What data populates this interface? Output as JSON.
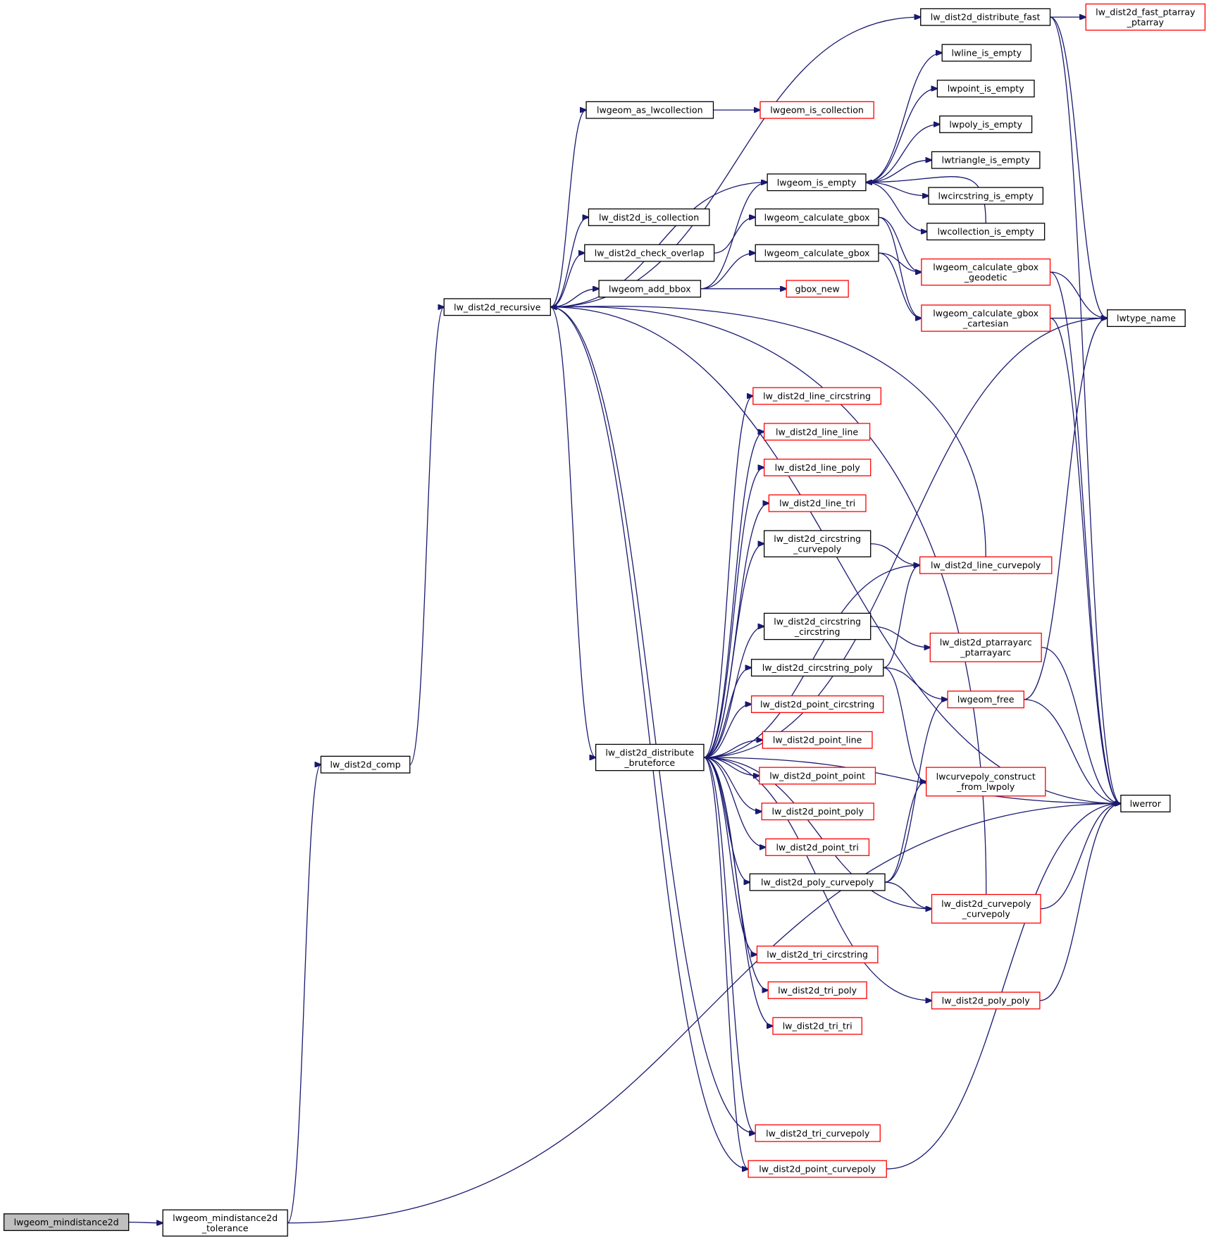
{
  "colors": {
    "edge": "#191970",
    "node_border_default": "#000000",
    "node_border_truncated": "#ff0000",
    "node_fill_root": "#bfbfbf",
    "node_fill": "#ffffff"
  },
  "nodes": [
    {
      "id": "lwgeom_mindistance2d",
      "lines": [
        "lwgeom_mindistance2d"
      ],
      "style": "root"
    },
    {
      "id": "lwgeom_mindistance2d_tolerance",
      "lines": [
        "lwgeom_mindistance2d",
        "_tolerance"
      ],
      "style": "normal"
    },
    {
      "id": "lw_dist2d_comp",
      "lines": [
        "lw_dist2d_comp"
      ],
      "style": "normal"
    },
    {
      "id": "lw_dist2d_recursive",
      "lines": [
        "lw_dist2d_recursive"
      ],
      "style": "normal"
    },
    {
      "id": "lwgeom_as_lwcollection",
      "lines": [
        "lwgeom_as_lwcollection"
      ],
      "style": "normal"
    },
    {
      "id": "lwgeom_is_collection",
      "lines": [
        "lwgeom_is_collection"
      ],
      "style": "truncated"
    },
    {
      "id": "lw_dist2d_is_collection",
      "lines": [
        "lw_dist2d_is_collection"
      ],
      "style": "normal"
    },
    {
      "id": "lw_dist2d_check_overlap",
      "lines": [
        "lw_dist2d_check_overlap"
      ],
      "style": "normal"
    },
    {
      "id": "lwgeom_add_bbox",
      "lines": [
        "lwgeom_add_bbox"
      ],
      "style": "normal"
    },
    {
      "id": "lwgeom_is_empty",
      "lines": [
        "lwgeom_is_empty"
      ],
      "style": "normal"
    },
    {
      "id": "lwgeom_calculate_gbox_a",
      "lines": [
        "lwgeom_calculate_gbox"
      ],
      "style": "normal"
    },
    {
      "id": "lwgeom_calculate_gbox_b",
      "lines": [
        "lwgeom_calculate_gbox"
      ],
      "style": "normal"
    },
    {
      "id": "gbox_new",
      "lines": [
        "gbox_new"
      ],
      "style": "truncated"
    },
    {
      "id": "lw_dist2d_distribute_fast",
      "lines": [
        "lw_dist2d_distribute_fast"
      ],
      "style": "normal"
    },
    {
      "id": "lw_dist2d_fast_ptarray_ptarray",
      "lines": [
        "lw_dist2d_fast_ptarray",
        "_ptarray"
      ],
      "style": "truncated"
    },
    {
      "id": "lwline_is_empty",
      "lines": [
        "lwline_is_empty"
      ],
      "style": "normal"
    },
    {
      "id": "lwpoint_is_empty",
      "lines": [
        "lwpoint_is_empty"
      ],
      "style": "normal"
    },
    {
      "id": "lwpoly_is_empty",
      "lines": [
        "lwpoly_is_empty"
      ],
      "style": "normal"
    },
    {
      "id": "lwtriangle_is_empty",
      "lines": [
        "lwtriangle_is_empty"
      ],
      "style": "normal"
    },
    {
      "id": "lwcircstring_is_empty",
      "lines": [
        "lwcircstring_is_empty"
      ],
      "style": "normal"
    },
    {
      "id": "lwcollection_is_empty",
      "lines": [
        "lwcollection_is_empty"
      ],
      "style": "normal"
    },
    {
      "id": "lwgeom_calculate_gbox_geodetic",
      "lines": [
        "lwgeom_calculate_gbox",
        "_geodetic"
      ],
      "style": "truncated"
    },
    {
      "id": "lwgeom_calculate_gbox_cartesian",
      "lines": [
        "lwgeom_calculate_gbox",
        "_cartesian"
      ],
      "style": "truncated"
    },
    {
      "id": "lwtype_name",
      "lines": [
        "lwtype_name"
      ],
      "style": "normal"
    },
    {
      "id": "lwerror",
      "lines": [
        "lwerror"
      ],
      "style": "normal"
    },
    {
      "id": "lw_dist2d_distribute_bruteforce",
      "lines": [
        "lw_dist2d_distribute",
        "_bruteforce"
      ],
      "style": "normal"
    },
    {
      "id": "lw_dist2d_line_circstring",
      "lines": [
        "lw_dist2d_line_circstring"
      ],
      "style": "truncated"
    },
    {
      "id": "lw_dist2d_line_line",
      "lines": [
        "lw_dist2d_line_line"
      ],
      "style": "truncated"
    },
    {
      "id": "lw_dist2d_line_poly",
      "lines": [
        "lw_dist2d_line_poly"
      ],
      "style": "truncated"
    },
    {
      "id": "lw_dist2d_line_tri",
      "lines": [
        "lw_dist2d_line_tri"
      ],
      "style": "truncated"
    },
    {
      "id": "lw_dist2d_circstring_curvepoly",
      "lines": [
        "lw_dist2d_circstring",
        "_curvepoly"
      ],
      "style": "normal"
    },
    {
      "id": "lw_dist2d_line_curvepoly",
      "lines": [
        "lw_dist2d_line_curvepoly"
      ],
      "style": "truncated"
    },
    {
      "id": "lw_dist2d_circstring_circstring",
      "lines": [
        "lw_dist2d_circstring",
        "_circstring"
      ],
      "style": "normal"
    },
    {
      "id": "lw_dist2d_ptarrayarc_ptarrayarc",
      "lines": [
        "lw_dist2d_ptarrayarc",
        "_ptarrayarc"
      ],
      "style": "truncated"
    },
    {
      "id": "lw_dist2d_circstring_poly",
      "lines": [
        "lw_dist2d_circstring_poly"
      ],
      "style": "normal"
    },
    {
      "id": "lwgeom_free",
      "lines": [
        "lwgeom_free"
      ],
      "style": "truncated"
    },
    {
      "id": "lw_dist2d_point_circstring",
      "lines": [
        "lw_dist2d_point_circstring"
      ],
      "style": "truncated"
    },
    {
      "id": "lw_dist2d_point_line",
      "lines": [
        "lw_dist2d_point_line"
      ],
      "style": "truncated"
    },
    {
      "id": "lw_dist2d_point_point",
      "lines": [
        "lw_dist2d_point_point"
      ],
      "style": "truncated"
    },
    {
      "id": "lwcurvepoly_construct_from_lwpoly",
      "lines": [
        "lwcurvepoly_construct",
        "_from_lwpoly"
      ],
      "style": "truncated"
    },
    {
      "id": "lw_dist2d_point_poly",
      "lines": [
        "lw_dist2d_point_poly"
      ],
      "style": "truncated"
    },
    {
      "id": "lw_dist2d_point_tri",
      "lines": [
        "lw_dist2d_point_tri"
      ],
      "style": "truncated"
    },
    {
      "id": "lw_dist2d_poly_curvepoly",
      "lines": [
        "lw_dist2d_poly_curvepoly"
      ],
      "style": "normal"
    },
    {
      "id": "lw_dist2d_curvepoly_curvepoly",
      "lines": [
        "lw_dist2d_curvepoly",
        "_curvepoly"
      ],
      "style": "truncated"
    },
    {
      "id": "lw_dist2d_tri_circstring",
      "lines": [
        "lw_dist2d_tri_circstring"
      ],
      "style": "truncated"
    },
    {
      "id": "lw_dist2d_tri_poly",
      "lines": [
        "lw_dist2d_tri_poly"
      ],
      "style": "truncated"
    },
    {
      "id": "lw_dist2d_poly_poly",
      "lines": [
        "lw_dist2d_poly_poly"
      ],
      "style": "truncated"
    },
    {
      "id": "lw_dist2d_tri_tri",
      "lines": [
        "lw_dist2d_tri_tri"
      ],
      "style": "truncated"
    },
    {
      "id": "lw_dist2d_tri_curvepoly",
      "lines": [
        "lw_dist2d_tri_curvepoly"
      ],
      "style": "truncated"
    },
    {
      "id": "lw_dist2d_point_curvepoly",
      "lines": [
        "lw_dist2d_point_curvepoly"
      ],
      "style": "truncated"
    }
  ],
  "edges": [
    [
      "lwgeom_mindistance2d",
      "lwgeom_mindistance2d_tolerance"
    ],
    [
      "lwgeom_mindistance2d_tolerance",
      "lw_dist2d_comp"
    ],
    [
      "lwgeom_mindistance2d_tolerance",
      "lwerror"
    ],
    [
      "lw_dist2d_comp",
      "lw_dist2d_recursive"
    ],
    [
      "lw_dist2d_recursive",
      "lwgeom_as_lwcollection"
    ],
    [
      "lw_dist2d_recursive",
      "lw_dist2d_distribute_fast"
    ],
    [
      "lw_dist2d_recursive",
      "lwgeom_is_empty"
    ],
    [
      "lw_dist2d_recursive",
      "lw_dist2d_is_collection"
    ],
    [
      "lw_dist2d_recursive",
      "lw_dist2d_check_overlap"
    ],
    [
      "lw_dist2d_recursive",
      "lwgeom_add_bbox"
    ],
    [
      "lw_dist2d_recursive",
      "lw_dist2d_distribute_bruteforce"
    ],
    [
      "lw_dist2d_recursive",
      "lwerror"
    ],
    [
      "lw_dist2d_recursive",
      "lw_dist2d_tri_curvepoly"
    ],
    [
      "lw_dist2d_recursive",
      "lw_dist2d_point_curvepoly"
    ],
    [
      "lwgeom_as_lwcollection",
      "lwgeom_is_collection"
    ],
    [
      "lw_dist2d_check_overlap",
      "lwgeom_calculate_gbox_a"
    ],
    [
      "lwgeom_add_bbox",
      "lwgeom_is_empty"
    ],
    [
      "lwgeom_add_bbox",
      "lwgeom_calculate_gbox_b"
    ],
    [
      "lwgeom_add_bbox",
      "gbox_new"
    ],
    [
      "lwgeom_is_empty",
      "lwline_is_empty"
    ],
    [
      "lwgeom_is_empty",
      "lwpoint_is_empty"
    ],
    [
      "lwgeom_is_empty",
      "lwpoly_is_empty"
    ],
    [
      "lwgeom_is_empty",
      "lwtriangle_is_empty"
    ],
    [
      "lwgeom_is_empty",
      "lwcircstring_is_empty"
    ],
    [
      "lwgeom_is_empty",
      "lwcollection_is_empty"
    ],
    [
      "lwcollection_is_empty",
      "lwgeom_is_empty"
    ],
    [
      "lwgeom_calculate_gbox_a",
      "lwgeom_calculate_gbox_geodetic"
    ],
    [
      "lwgeom_calculate_gbox_a",
      "lwgeom_calculate_gbox_cartesian"
    ],
    [
      "lwgeom_calculate_gbox_b",
      "lwgeom_calculate_gbox_geodetic"
    ],
    [
      "lwgeom_calculate_gbox_b",
      "lwgeom_calculate_gbox_cartesian"
    ],
    [
      "lw_dist2d_distribute_fast",
      "lw_dist2d_fast_ptarray_ptarray"
    ],
    [
      "lw_dist2d_distribute_fast",
      "lwtype_name"
    ],
    [
      "lw_dist2d_distribute_fast",
      "lwerror"
    ],
    [
      "lwgeom_calculate_gbox_geodetic",
      "lwtype_name"
    ],
    [
      "lwgeom_calculate_gbox_geodetic",
      "lwerror"
    ],
    [
      "lwgeom_calculate_gbox_cartesian",
      "lwtype_name"
    ],
    [
      "lwgeom_calculate_gbox_cartesian",
      "lwerror"
    ],
    [
      "lw_dist2d_distribute_bruteforce",
      "lwtype_name"
    ],
    [
      "lw_dist2d_distribute_bruteforce",
      "lw_dist2d_line_circstring"
    ],
    [
      "lw_dist2d_distribute_bruteforce",
      "lw_dist2d_line_line"
    ],
    [
      "lw_dist2d_distribute_bruteforce",
      "lw_dist2d_line_poly"
    ],
    [
      "lw_dist2d_distribute_bruteforce",
      "lw_dist2d_line_tri"
    ],
    [
      "lw_dist2d_distribute_bruteforce",
      "lw_dist2d_circstring_curvepoly"
    ],
    [
      "lw_dist2d_distribute_bruteforce",
      "lw_dist2d_line_curvepoly"
    ],
    [
      "lw_dist2d_distribute_bruteforce",
      "lw_dist2d_circstring_circstring"
    ],
    [
      "lw_dist2d_distribute_bruteforce",
      "lw_dist2d_circstring_poly"
    ],
    [
      "lw_dist2d_distribute_bruteforce",
      "lw_dist2d_point_circstring"
    ],
    [
      "lw_dist2d_distribute_bruteforce",
      "lw_dist2d_point_line"
    ],
    [
      "lw_dist2d_distribute_bruteforce",
      "lw_dist2d_point_point"
    ],
    [
      "lw_dist2d_distribute_bruteforce",
      "lw_dist2d_point_poly"
    ],
    [
      "lw_dist2d_distribute_bruteforce",
      "lw_dist2d_point_tri"
    ],
    [
      "lw_dist2d_distribute_bruteforce",
      "lw_dist2d_poly_curvepoly"
    ],
    [
      "lw_dist2d_distribute_bruteforce",
      "lw_dist2d_curvepoly_curvepoly"
    ],
    [
      "lw_dist2d_distribute_bruteforce",
      "lw_dist2d_tri_circstring"
    ],
    [
      "lw_dist2d_distribute_bruteforce",
      "lw_dist2d_tri_poly"
    ],
    [
      "lw_dist2d_distribute_bruteforce",
      "lw_dist2d_poly_poly"
    ],
    [
      "lw_dist2d_distribute_bruteforce",
      "lw_dist2d_tri_tri"
    ],
    [
      "lw_dist2d_distribute_bruteforce",
      "lwerror"
    ],
    [
      "lw_dist2d_distribute_bruteforce",
      "lw_dist2d_tri_curvepoly"
    ],
    [
      "lw_dist2d_distribute_bruteforce",
      "lw_dist2d_point_curvepoly"
    ],
    [
      "lw_dist2d_circstring_curvepoly",
      "lw_dist2d_line_curvepoly"
    ],
    [
      "lw_dist2d_line_curvepoly",
      "lw_dist2d_recursive"
    ],
    [
      "lw_dist2d_circstring_circstring",
      "lw_dist2d_ptarrayarc_ptarrayarc"
    ],
    [
      "lw_dist2d_ptarrayarc_ptarrayarc",
      "lwerror"
    ],
    [
      "lw_dist2d_circstring_poly",
      "lw_dist2d_line_curvepoly"
    ],
    [
      "lw_dist2d_circstring_poly",
      "lwgeom_free"
    ],
    [
      "lw_dist2d_circstring_poly",
      "lwcurvepoly_construct_from_lwpoly"
    ],
    [
      "lwgeom_free",
      "lwtype_name"
    ],
    [
      "lwgeom_free",
      "lwerror"
    ],
    [
      "lw_dist2d_poly_curvepoly",
      "lwgeom_free"
    ],
    [
      "lw_dist2d_poly_curvepoly",
      "lwcurvepoly_construct_from_lwpoly"
    ],
    [
      "lw_dist2d_poly_curvepoly",
      "lw_dist2d_curvepoly_curvepoly"
    ],
    [
      "lw_dist2d_curvepoly_curvepoly",
      "lwerror"
    ],
    [
      "lw_dist2d_curvepoly_curvepoly",
      "lw_dist2d_recursive"
    ],
    [
      "lw_dist2d_poly_poly",
      "lwerror"
    ],
    [
      "lw_dist2d_point_curvepoly",
      "lwerror"
    ]
  ]
}
